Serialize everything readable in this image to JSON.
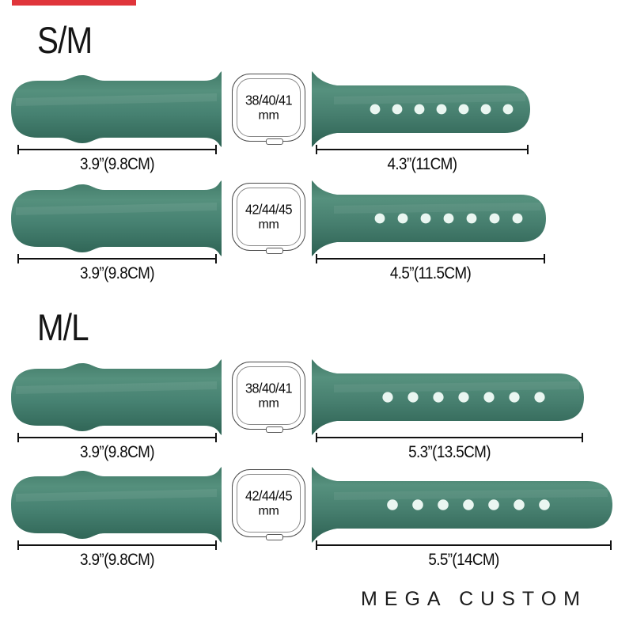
{
  "page": {
    "background_color": "#ffffff",
    "band_color": "#47806e",
    "band_color_dark": "#2f6153",
    "band_color_light": "#5d9683",
    "accent_bar_color": "#e0353b",
    "text_color": "#111111"
  },
  "top_bar": {
    "name": "red-marker-bar"
  },
  "groups": [
    {
      "title": "S/M",
      "rows": [
        {
          "case_size_line1": "38/40/41",
          "case_size_line2": "mm",
          "left_length": "3.9”(9.8CM)",
          "right_length": "4.3”(11CM)",
          "hole_count": 7
        },
        {
          "case_size_line1": "42/44/45",
          "case_size_line2": "mm",
          "left_length": "3.9”(9.8CM)",
          "right_length": "4.5”(11.5CM)",
          "hole_count": 7
        }
      ]
    },
    {
      "title": "M/L",
      "rows": [
        {
          "case_size_line1": "38/40/41",
          "case_size_line2": "mm",
          "left_length": "3.9”(9.8CM)",
          "right_length": "5.3”(13.5CM)",
          "hole_count": 7
        },
        {
          "case_size_line1": "42/44/45",
          "case_size_line2": "mm",
          "left_length": "3.9”(9.8CM)",
          "right_length": "5.5”(14CM)",
          "hole_count": 7
        }
      ]
    }
  ],
  "brand": "MEGA CUSTOM"
}
